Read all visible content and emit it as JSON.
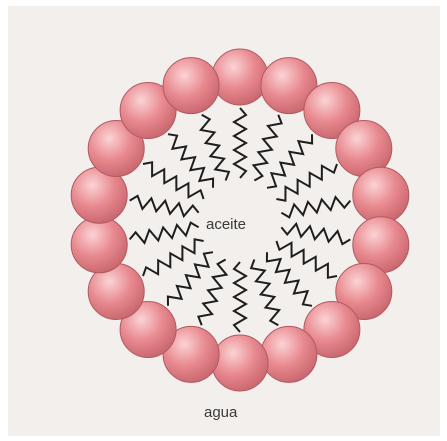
{
  "diagram": {
    "center_label": "aceite",
    "outside_label": "agua",
    "head_count": 18,
    "colors": {
      "background": "#f2efec",
      "head_fill": "#e8898f",
      "head_stroke": "#b05a60",
      "tail": "#1e1e1e",
      "label": "#3a3a3a"
    }
  }
}
